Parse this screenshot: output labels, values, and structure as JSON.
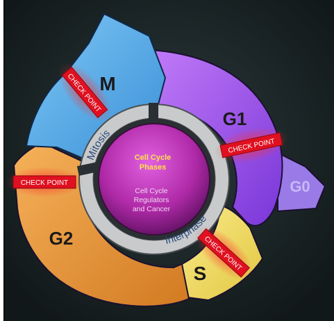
{
  "phases": {
    "m": "M",
    "g1": "G1",
    "g0": "G0",
    "g2": "G2",
    "s": "S"
  },
  "ring": {
    "mitosis": "Mitosis",
    "interphase": "Interphase"
  },
  "checkpoints": [
    "CHECK POINT",
    "CHECK POINT",
    "CHECK POINT",
    "CHECK POINT"
  ],
  "center": {
    "title_line1": "Cell Cycle",
    "title_line2": "Phases",
    "sub_line1": "Cell Cycle",
    "sub_line2": "Regulators",
    "sub_line3": "and Cancer"
  },
  "colors": {
    "background": "#1b2426",
    "m_phase": "#5fb4ee",
    "g1_phase": "#a254f0",
    "g0_phase": "#9a7ae6",
    "g2_phase": "#f09a3a",
    "s_phase": "#f2df6a",
    "checkpoint": "#e01020",
    "center_title": "#ffe24a",
    "center_core": "#c22fb0"
  }
}
